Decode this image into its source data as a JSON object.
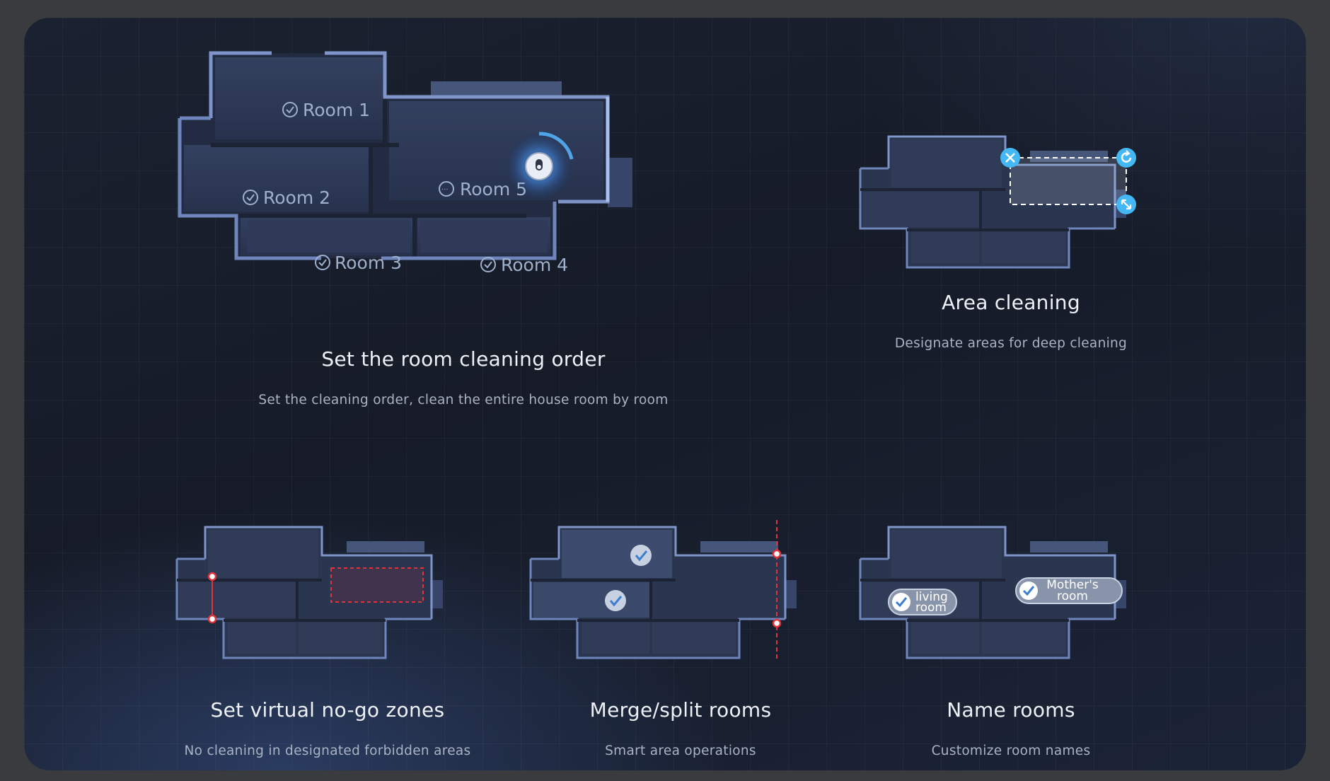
{
  "features": {
    "room_order": {
      "title": "Set the room cleaning order",
      "subtitle": "Set the cleaning order, clean the entire house room by room",
      "rooms": [
        "Room 1",
        "Room 2",
        "Room 3",
        "Room 4",
        "Room 5"
      ]
    },
    "area_cleaning": {
      "title": "Area cleaning",
      "subtitle": "Designate areas for deep cleaning"
    },
    "no_go": {
      "title": "Set virtual no-go zones",
      "subtitle": "No cleaning in designated forbidden areas"
    },
    "merge_split": {
      "title": "Merge/split rooms",
      "subtitle": "Smart area operations"
    },
    "name_rooms": {
      "title": "Name rooms",
      "subtitle": "Customize room names",
      "chip_living_line1": "living",
      "chip_living_line2": "room",
      "chip_mother_line1": "Mother's",
      "chip_mother_line2": "room"
    }
  },
  "colors": {
    "wall": "#8ea6dc",
    "room_fill": "#2c3856",
    "accent_blue": "#43b8f4",
    "no_go_red": "#e0333a"
  }
}
